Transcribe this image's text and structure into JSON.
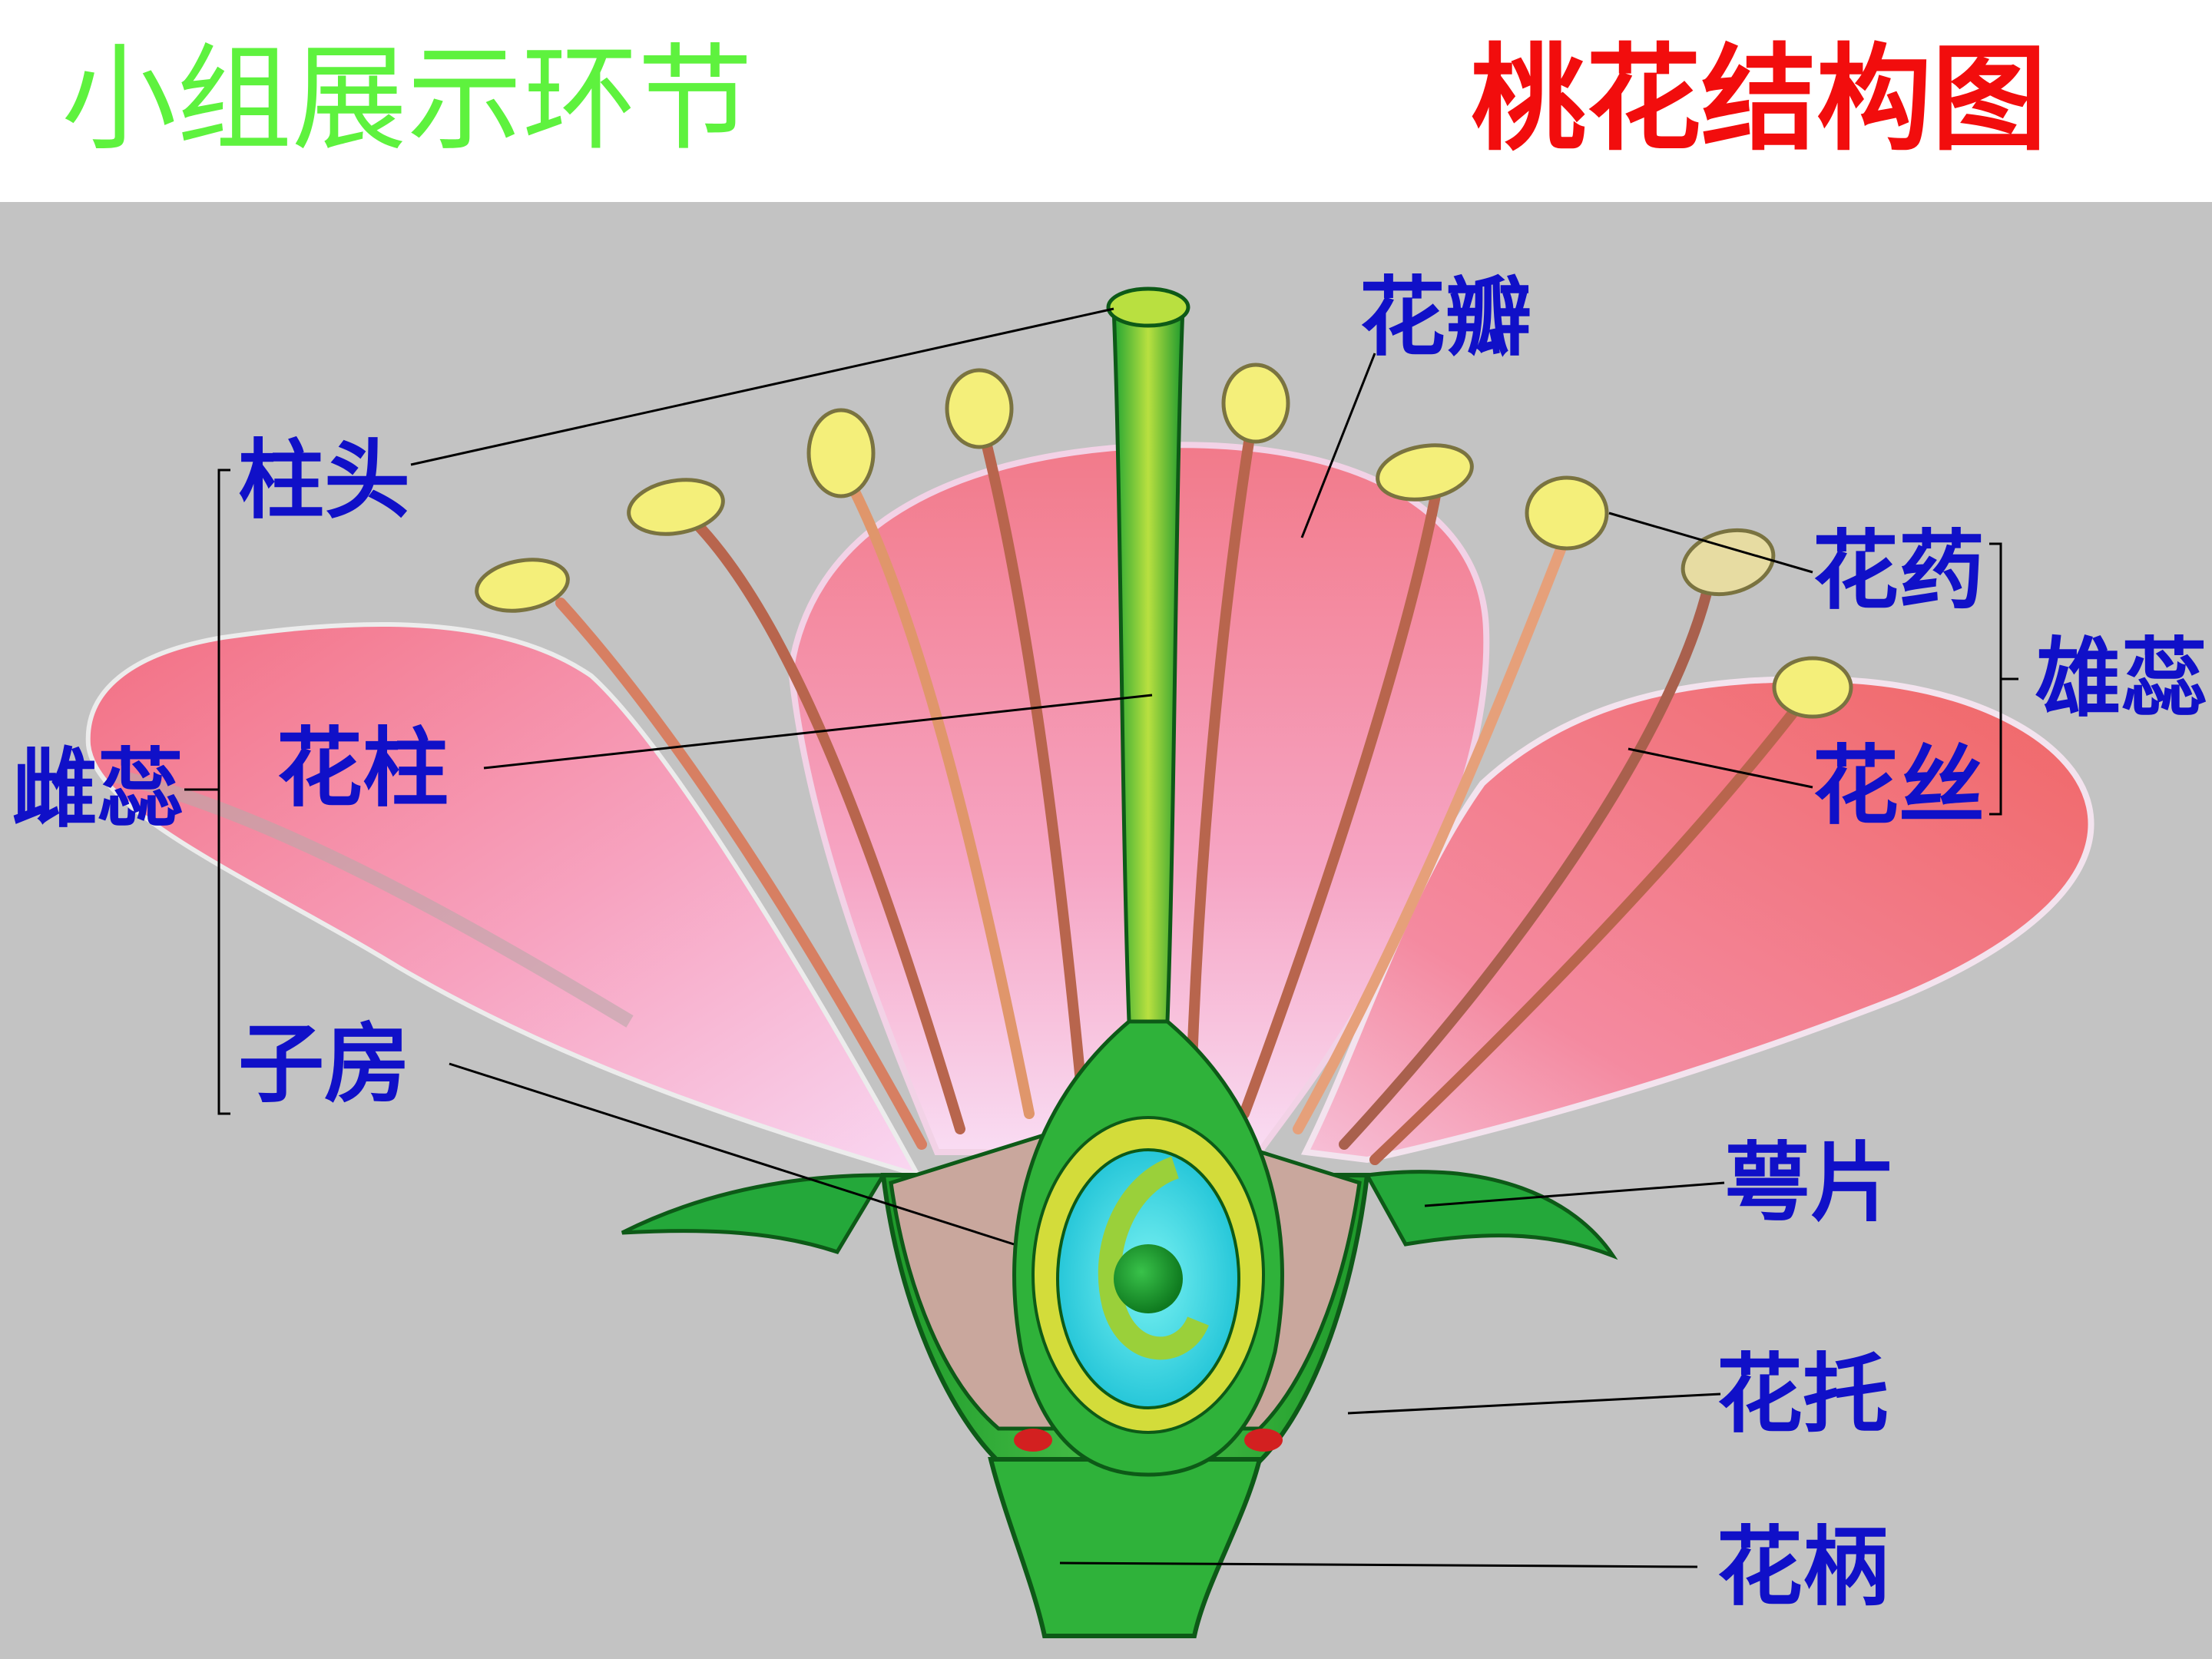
{
  "header": {
    "left_title": "小组展示环节",
    "right_title": "桃花结构图"
  },
  "labels": {
    "stigma": "柱头",
    "pistil": "雌蕊",
    "style": "花柱",
    "ovary": "子房",
    "petal": "花瓣",
    "anther": "花药",
    "stamen": "雄蕊",
    "filament": "花丝",
    "sepal": "萼片",
    "receptacle": "花托",
    "pedicel": "花柄"
  },
  "colors": {
    "left_title": "#5ef23e",
    "right_title": "#f20d0d",
    "label": "#1010c8",
    "background": "#c3c3c3",
    "petal": "#f47f92",
    "stem": "#2fb23a",
    "anther": "#f4ef7a"
  }
}
